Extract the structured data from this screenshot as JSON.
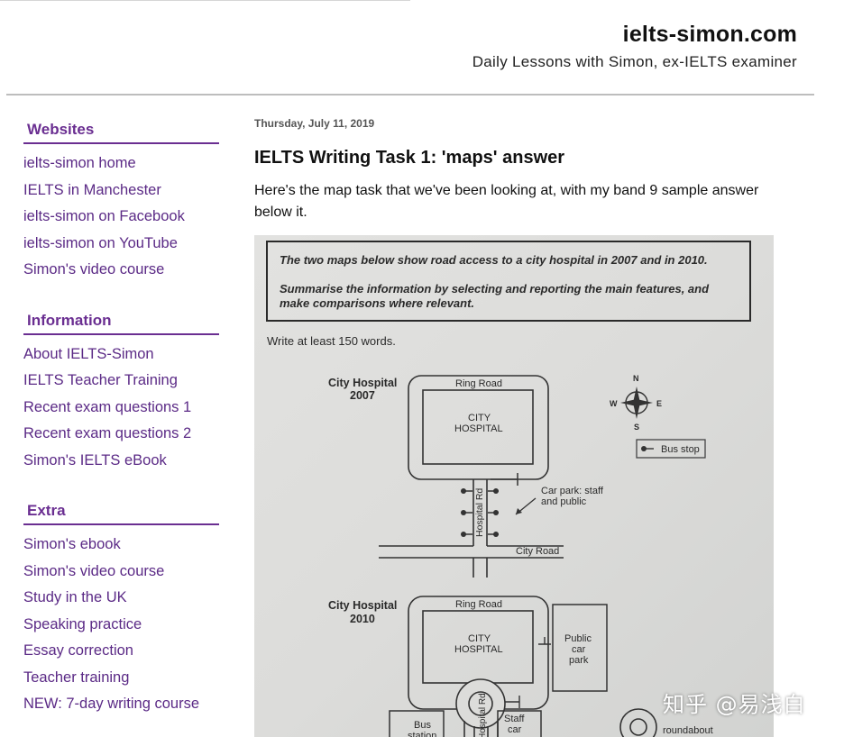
{
  "header": {
    "site_title": "ielts-simon.com",
    "site_description": "Daily Lessons with Simon, ex-IELTS examiner"
  },
  "sidebar": {
    "sections": [
      {
        "heading": "Websites",
        "items": [
          "ielts-simon home",
          "IELTS in Manchester",
          "ielts-simon on Facebook",
          "ielts-simon on YouTube",
          "Simon's video course"
        ]
      },
      {
        "heading": "Information",
        "items": [
          "About IELTS-Simon",
          "IELTS Teacher Training",
          "Recent exam questions 1",
          "Recent exam questions 2",
          "Simon's IELTS eBook"
        ]
      },
      {
        "heading": "Extra",
        "items": [
          "Simon's ebook",
          "Simon's video course",
          "Study in the UK",
          "Speaking practice",
          "Essay correction",
          "Teacher training",
          "NEW: 7-day writing course"
        ]
      }
    ]
  },
  "post": {
    "date": "Thursday, July 11, 2019",
    "title": "IELTS Writing Task 1: 'maps' answer",
    "intro": "Here's the map task that we've been looking at, with my band 9 sample answer below it."
  },
  "task_image": {
    "prompt_line1": "The two maps below show road access to a city hospital in 2007 and in 2010.",
    "prompt_line2": "Summarise the information by selecting and reporting the main features, and",
    "prompt_line3": "make comparisons where relevant.",
    "word_count": "Write at least 150 words.",
    "map1": {
      "title_line1": "City Hospital",
      "title_line2": "2007",
      "ring_road": "Ring Road",
      "hospital_line1": "CITY",
      "hospital_line2": "HOSPITAL",
      "hospital_rd": "Hospital Rd",
      "car_park_line1": "Car park: staff",
      "car_park_line2": "and public",
      "city_road": "City Road"
    },
    "legend": {
      "north": "N",
      "south": "S",
      "east": "E",
      "west": "W",
      "bus_stop": "Bus stop",
      "roundabout": "roundabout"
    },
    "map2": {
      "title_line1": "City Hospital",
      "title_line2": "2010",
      "ring_road": "Ring Road",
      "hospital_line1": "CITY",
      "hospital_line2": "HOSPITAL",
      "public_car_park_line1": "Public",
      "public_car_park_line2": "car",
      "public_car_park_line3": "park",
      "bus_station_line1": "Bus",
      "bus_station_line2": "station",
      "staff_car_line1": "Staff",
      "staff_car_line2": "car",
      "hospital_rd": "Hospital Rd"
    }
  },
  "watermark": "知乎 @易浅白"
}
